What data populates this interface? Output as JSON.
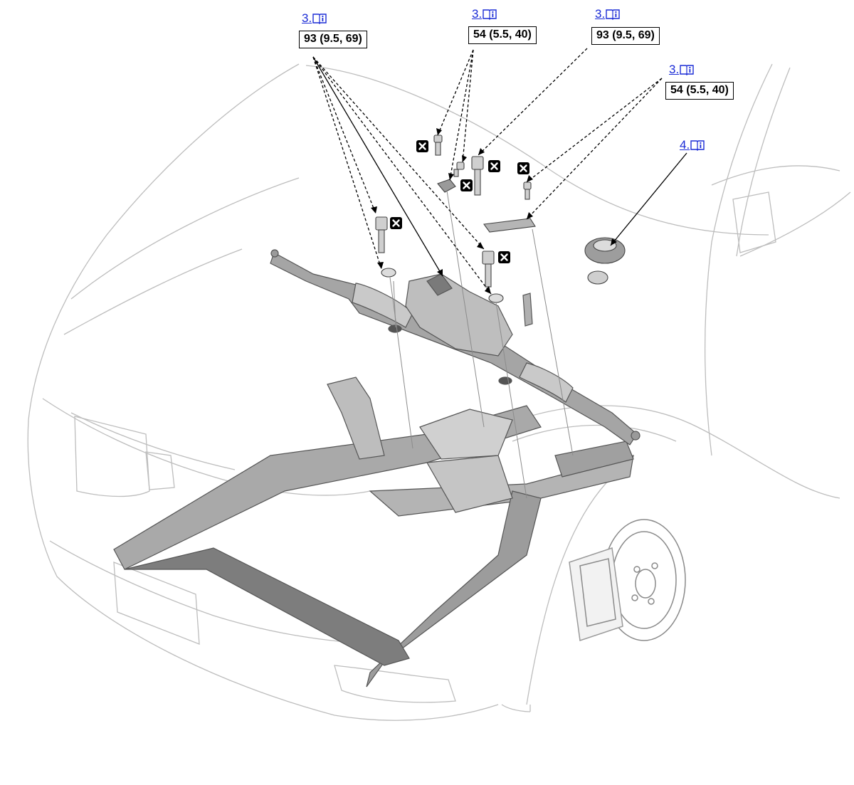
{
  "callouts": [
    {
      "id": "c1",
      "ref": "3.",
      "torque": "93 (9.5, 69)"
    },
    {
      "id": "c2",
      "ref": "3.",
      "torque": "54 (5.5, 40)"
    },
    {
      "id": "c3",
      "ref": "3.",
      "torque": "93 (9.5, 69)"
    },
    {
      "id": "c4",
      "ref": "3.",
      "torque": "54 (5.5, 40)"
    },
    {
      "id": "c5",
      "ref": "4.",
      "torque": ""
    }
  ],
  "icons": {
    "reference": "book-info-icon",
    "replace_part": "replace-x-icon"
  },
  "colors": {
    "link": "#1a2bd6",
    "line_art": "#b9b9b9",
    "part_fill": "#c8c8c8",
    "part_dark": "#6e6e6e",
    "leader": "#000000"
  }
}
